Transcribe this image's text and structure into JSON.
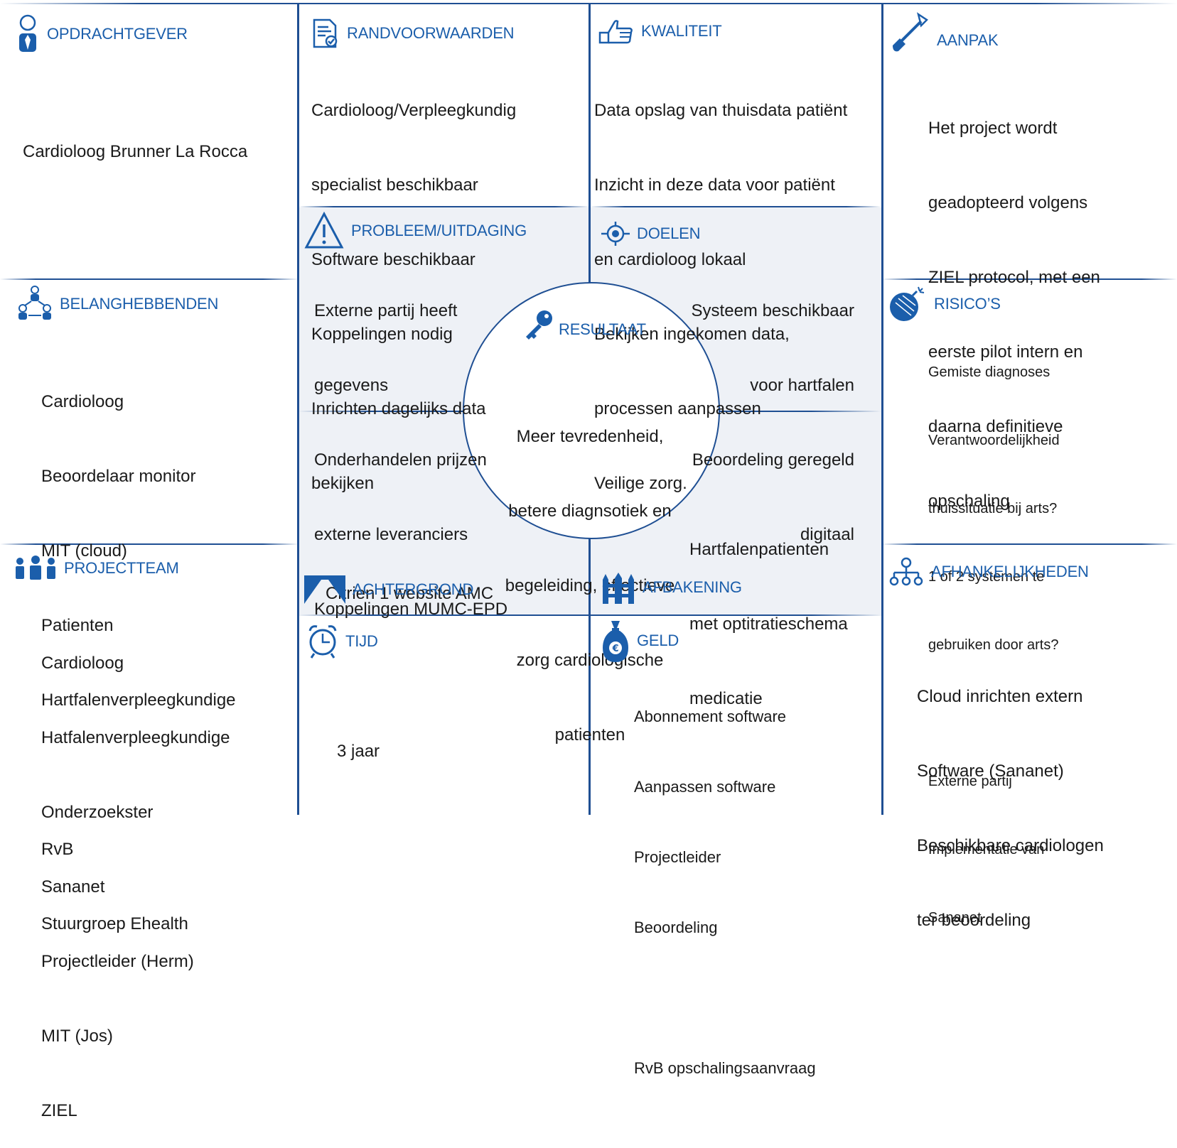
{
  "colors": {
    "accent": "#1b5eab",
    "line": "#1f4f93",
    "center_bg": "#eef1f6"
  },
  "blocks": {
    "opdrachtgever": {
      "title": "OPDRACHTGEVER",
      "icon": "person-tie-icon",
      "lines": [
        "Cardioloog Brunner La Rocca"
      ]
    },
    "randvoorwaarden": {
      "title": "RANDVOORWAARDEN",
      "icon": "document-check-icon",
      "lines": [
        "Cardioloog/Verpleegkundig",
        "specialist beschikbaar",
        "Software beschikbaar",
        "Koppelingen nodig",
        "Inrichten dagelijks data",
        "bekijken"
      ]
    },
    "kwaliteit": {
      "title": "KWALITEIT",
      "icon": "thumbs-up-icon",
      "lines": [
        "Data opslag van thuisdata patiënt",
        "Inzicht in deze data voor patiënt",
        "en cardioloog lokaal",
        "Bekijken ingekomen data,",
        "processen aanpassen",
        "Veilige zorg."
      ]
    },
    "aanpak": {
      "title": "AANPAK",
      "icon": "shovel-icon",
      "lines": [
        "Het project wordt",
        "geadopteerd volgens",
        "ZIEL protocol, met een",
        "eerste pilot intern en",
        "daarna definitieve",
        "opschaling"
      ]
    },
    "probleem": {
      "title": "PROBLEEM/UITDAGING",
      "icon": "warning-triangle-icon",
      "lines": [
        "Externe partij heeft",
        "gegevens",
        "Onderhandelen prijzen",
        "externe leveranciers",
        "Koppelingen MUMC-EPD"
      ]
    },
    "doelen": {
      "title": "DOELEN",
      "icon": "target-icon",
      "lines": [
        "Systeem beschikbaar",
        "voor hartfalen",
        "Beoordeling geregeld",
        "digitaal"
      ]
    },
    "belanghebbenden": {
      "title": "BELANGHEBBENDEN",
      "icon": "network-people-icon",
      "lines": [
        "Cardioloog",
        "Beoordelaar monitor",
        "MIT (cloud)",
        "Patienten",
        "Hartfalenverpleegkundige",
        "",
        "RvB",
        "Stuurgroep Ehealth"
      ]
    },
    "risicos": {
      "title": "RISICO’S",
      "icon": "bomb-icon",
      "lines": [
        "Gemiste diagnoses",
        "Verantwoordelijkheid",
        "thuissituatie bij arts?",
        "1 of 2 systemen te",
        "gebruiken door arts?",
        "",
        "Externe partij",
        "Implementatie van",
        "Sananet"
      ]
    },
    "resultaat": {
      "title": "RESULTAAT",
      "icon": "key-icon",
      "lines": [
        "Meer tevredenheid,",
        "betere diagnsotiek en",
        "begeleiding, effectieve",
        "zorg cardiologische",
        "patienten"
      ]
    },
    "achtergrond": {
      "title": "ACHTERGROND",
      "icon": "curtain-icon",
      "lines": [
        "Citrien 1 website AMC"
      ]
    },
    "afbakening": {
      "title": "AFBAKENING",
      "icon": "fence-icon",
      "lines": [
        "Hartfalenpatienten",
        "met optitratieschema",
        "medicatie"
      ]
    },
    "projectteam": {
      "title": "PROJECTTEAM",
      "icon": "team-icon",
      "lines": [
        "Cardioloog",
        "Hatfalenverpleegkundige",
        "Onderzoekster",
        "Sananet",
        "Projectleider (Herm)",
        "MIT (Jos)",
        "ZIEL"
      ]
    },
    "afhankelijkheden": {
      "title": "AFHANKELIJKHEDEN",
      "icon": "hierarchy-icon",
      "lines": [
        "Cloud inrichten extern",
        "Software (Sananet)",
        "Beschikbare cardiologen",
        "ter beoordeling"
      ]
    },
    "tijd": {
      "title": "TIJD",
      "icon": "alarm-clock-icon",
      "lines": [
        "3 jaar"
      ]
    },
    "geld": {
      "title": "GELD",
      "icon": "money-bag-icon",
      "lines": [
        "Abonnement software",
        "Aanpassen software",
        "Projectleider",
        "Beoordeling",
        "",
        "RvB opschalingsaanvraag"
      ]
    }
  }
}
